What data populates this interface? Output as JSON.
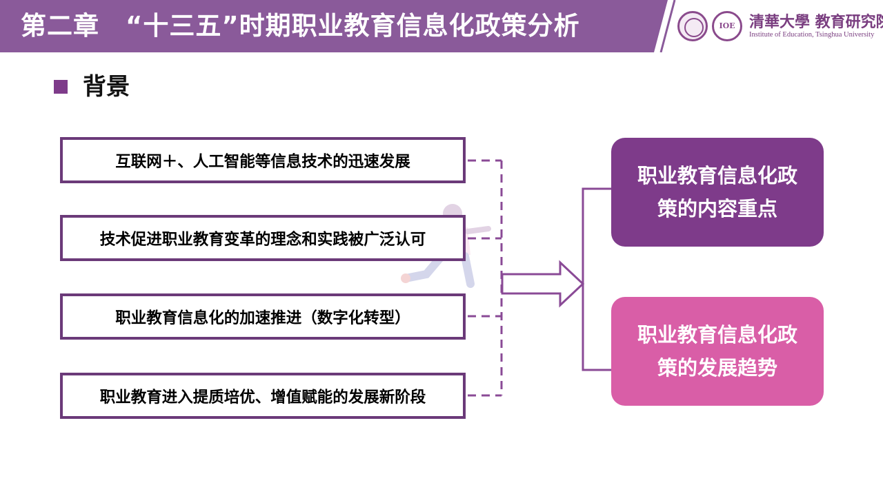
{
  "header": {
    "title": "第二章　“十三五”时期职业教育信息化政策分析",
    "university": "清華大學 教育研究院",
    "university_en": "Institute of Education, Tsinghua University",
    "seal_text": "IOE",
    "bar_color": "#8a5a9a"
  },
  "section": {
    "title": "背景"
  },
  "diagram": {
    "left_items": [
      {
        "label": "互联网＋、人工智能等信息技术的迅速发展"
      },
      {
        "label": "技术促进职业教育变革的理念和实践被广泛认可"
      },
      {
        "label": "职业教育信息化的加速推进（数字化转型）"
      },
      {
        "label": "职业教育进入提质培优、增值赋能的发展新阶段"
      }
    ],
    "right_items": [
      {
        "line1": "职业教育信息化政",
        "line2": "策的内容重点",
        "color": "#7e3b8a"
      },
      {
        "line1": "职业教育信息化政",
        "line2": "策的发展趋势",
        "color": "#d95ea7"
      }
    ],
    "connector_color": "#8a4a96"
  }
}
